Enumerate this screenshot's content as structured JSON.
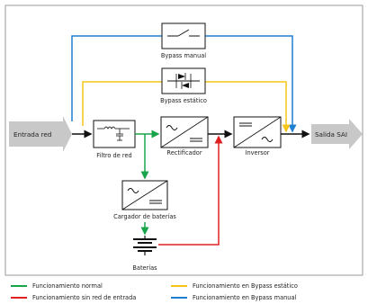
{
  "nodes": {
    "input": "Entrada red",
    "output": "Salida SAI",
    "filter": "Filtro de red",
    "rectifier": "Rectificador",
    "inverter": "Inversor",
    "charger": "Cargador de baterías",
    "batteries": "Baterías",
    "bypass_manual": "Bypass manual",
    "bypass_static": "Bypass estático"
  },
  "legend": [
    {
      "label": "Funcionamiento normal",
      "color": "#18a54a"
    },
    {
      "label": "Funcionamiento en Bypass estático",
      "color": "#f5c518"
    },
    {
      "label": "Funcionamiento sin red de entrada",
      "color": "#e02020"
    },
    {
      "label": "Funcionamiento en Bypass manual",
      "color": "#1f7fd0"
    }
  ],
  "colors": {
    "normal": "#18a54a",
    "static_bypass": "#f5c518",
    "no_input": "#e02020",
    "manual_bypass": "#1f7fd0",
    "main_line": "#111111"
  },
  "icons": {
    "filter": "filter-symbol-icon",
    "rectifier": "ac-dc-icon",
    "inverter": "dc-ac-icon",
    "charger": "ac-dc-icon",
    "batteries": "battery-icon",
    "bypass_manual": "switch-icon",
    "bypass_static": "thyristor-icon"
  }
}
